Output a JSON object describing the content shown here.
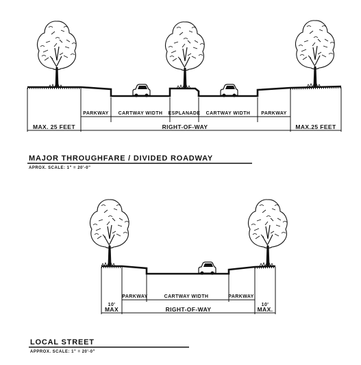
{
  "diagrams": {
    "major": {
      "title": "MAJOR THROUGHFARE / DIVIDED ROADWAY",
      "scale": "APROX. SCALE: 1\" = 20'-0\"",
      "labels": {
        "parkway_left": "PARKWAY",
        "cartway_left": "CARTWAY WIDTH",
        "esplanade": "ESPLANADE",
        "cartway_right": "CARTWAY WIDTH",
        "parkway_right": "PARKWAY",
        "max_left": "MAX. 25 FEET",
        "row": "RIGHT-OF-WAY",
        "max_right": "MAX.25 FEET"
      }
    },
    "local": {
      "title": "LOCAL STREET",
      "scale": "APPROX. SCALE: 1\" = 20'-0\"",
      "labels": {
        "parkway_left": "PARKWAY",
        "cartway": "CARTWAY WIDTH",
        "parkway_right": "PARKWAY",
        "max_left_top": "10'",
        "max_left_bottom": "MAX",
        "row": "RIGHT-OF-WAY",
        "max_right_top": "10'",
        "max_right_bottom": "MAX."
      }
    }
  },
  "icons": [
    "tree-icon",
    "car-icon"
  ]
}
